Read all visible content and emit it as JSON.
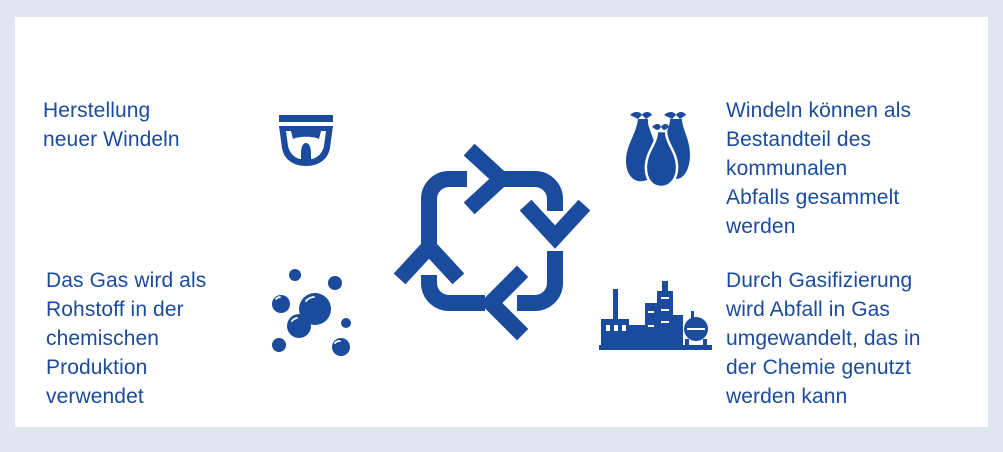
{
  "steps": {
    "top_left": "Herstellung\nneuer Windeln",
    "top_right": "Windeln können als\nBestandteil des\nkommunalen\nAbfalls gesammelt\nwerden",
    "bottom_right": "Durch Gasifizierung\nwird Abfall in Gas\numgewandelt, das in\nder Chemie genutzt\nwerden kann",
    "bottom_left": "Das Gas wird als\nRohstoff in der\nchemischen\nProduktion\nverwendet"
  },
  "icons": {
    "top_left": "diaper-icon",
    "top_right": "garbage-bags-icon",
    "bottom_right": "factory-icon",
    "bottom_left": "gas-bubbles-icon",
    "center": "recycle-cycle-icon"
  },
  "colors": {
    "primary": "#1a4b9c",
    "background": "#dfe6f0",
    "card": "#ffffff"
  }
}
